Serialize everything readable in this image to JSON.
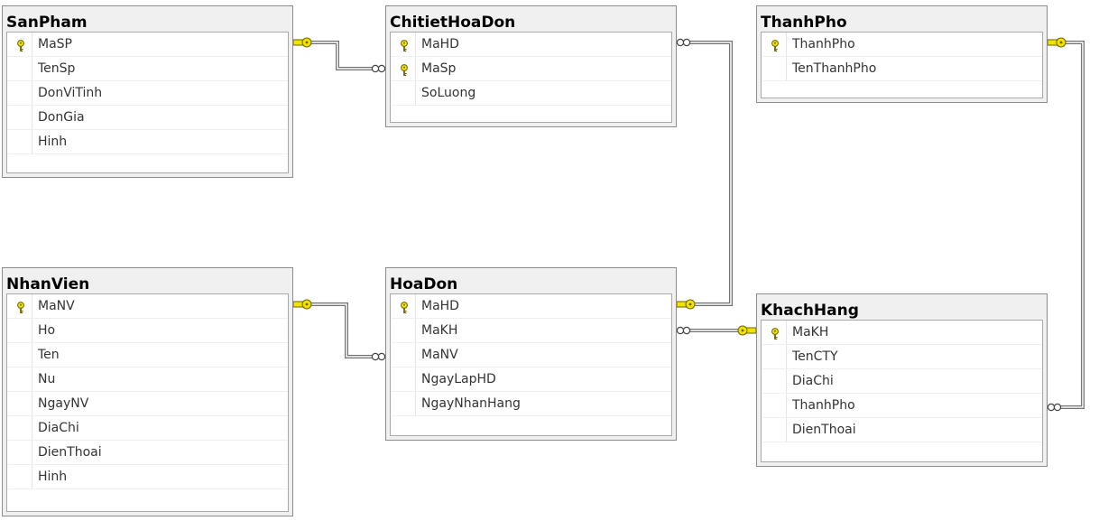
{
  "diagram": {
    "tables": {
      "sanpham": {
        "title": "SanPham",
        "columns": [
          {
            "name": "MaSP",
            "key": true
          },
          {
            "name": "TenSp",
            "key": false
          },
          {
            "name": "DonViTinh",
            "key": false
          },
          {
            "name": "DonGia",
            "key": false
          },
          {
            "name": "Hinh",
            "key": false
          }
        ]
      },
      "chitiethoadon": {
        "title": "ChitietHoaDon",
        "columns": [
          {
            "name": "MaHD",
            "key": true
          },
          {
            "name": "MaSp",
            "key": true
          },
          {
            "name": "SoLuong",
            "key": false
          }
        ]
      },
      "thanhpho": {
        "title": "ThanhPho",
        "columns": [
          {
            "name": "ThanhPho",
            "key": true
          },
          {
            "name": "TenThanhPho",
            "key": false
          }
        ]
      },
      "nhanvien": {
        "title": "NhanVien",
        "columns": [
          {
            "name": "MaNV",
            "key": true
          },
          {
            "name": "Ho",
            "key": false
          },
          {
            "name": "Ten",
            "key": false
          },
          {
            "name": "Nu",
            "key": false
          },
          {
            "name": "NgayNV",
            "key": false
          },
          {
            "name": "DiaChi",
            "key": false
          },
          {
            "name": "DienThoai",
            "key": false
          },
          {
            "name": "Hinh",
            "key": false
          }
        ]
      },
      "hoadon": {
        "title": "HoaDon",
        "columns": [
          {
            "name": "MaHD",
            "key": true
          },
          {
            "name": "MaKH",
            "key": false
          },
          {
            "name": "MaNV",
            "key": false
          },
          {
            "name": "NgayLapHD",
            "key": false
          },
          {
            "name": "NgayNhanHang",
            "key": false
          }
        ]
      },
      "khachhang": {
        "title": "KhachHang",
        "columns": [
          {
            "name": "MaKH",
            "key": true
          },
          {
            "name": "TenCTY",
            "key": false
          },
          {
            "name": "DiaChi",
            "key": false
          },
          {
            "name": "ThanhPho",
            "key": false
          },
          {
            "name": "DienThoai",
            "key": false
          }
        ]
      }
    },
    "relationships": [
      {
        "one": "sanpham",
        "one_column": "MaSP",
        "many": "chitiethoadon",
        "many_column": "MaSp"
      },
      {
        "one": "hoadon",
        "one_column": "MaHD",
        "many": "chitiethoadon",
        "many_column": "MaHD"
      },
      {
        "one": "nhanvien",
        "one_column": "MaNV",
        "many": "hoadon",
        "many_column": "MaNV"
      },
      {
        "one": "khachhang",
        "one_column": "MaKH",
        "many": "hoadon",
        "many_column": "MaKH"
      },
      {
        "one": "thanhpho",
        "one_column": "ThanhPho",
        "many": "khachhang",
        "many_column": "ThanhPho"
      }
    ],
    "colors": {
      "key_fill": "#f2e200",
      "key_outline": "#6b6400",
      "link_line": "#707070",
      "table_header": "#f0f0f0",
      "table_border": "#8c8c8c"
    }
  }
}
